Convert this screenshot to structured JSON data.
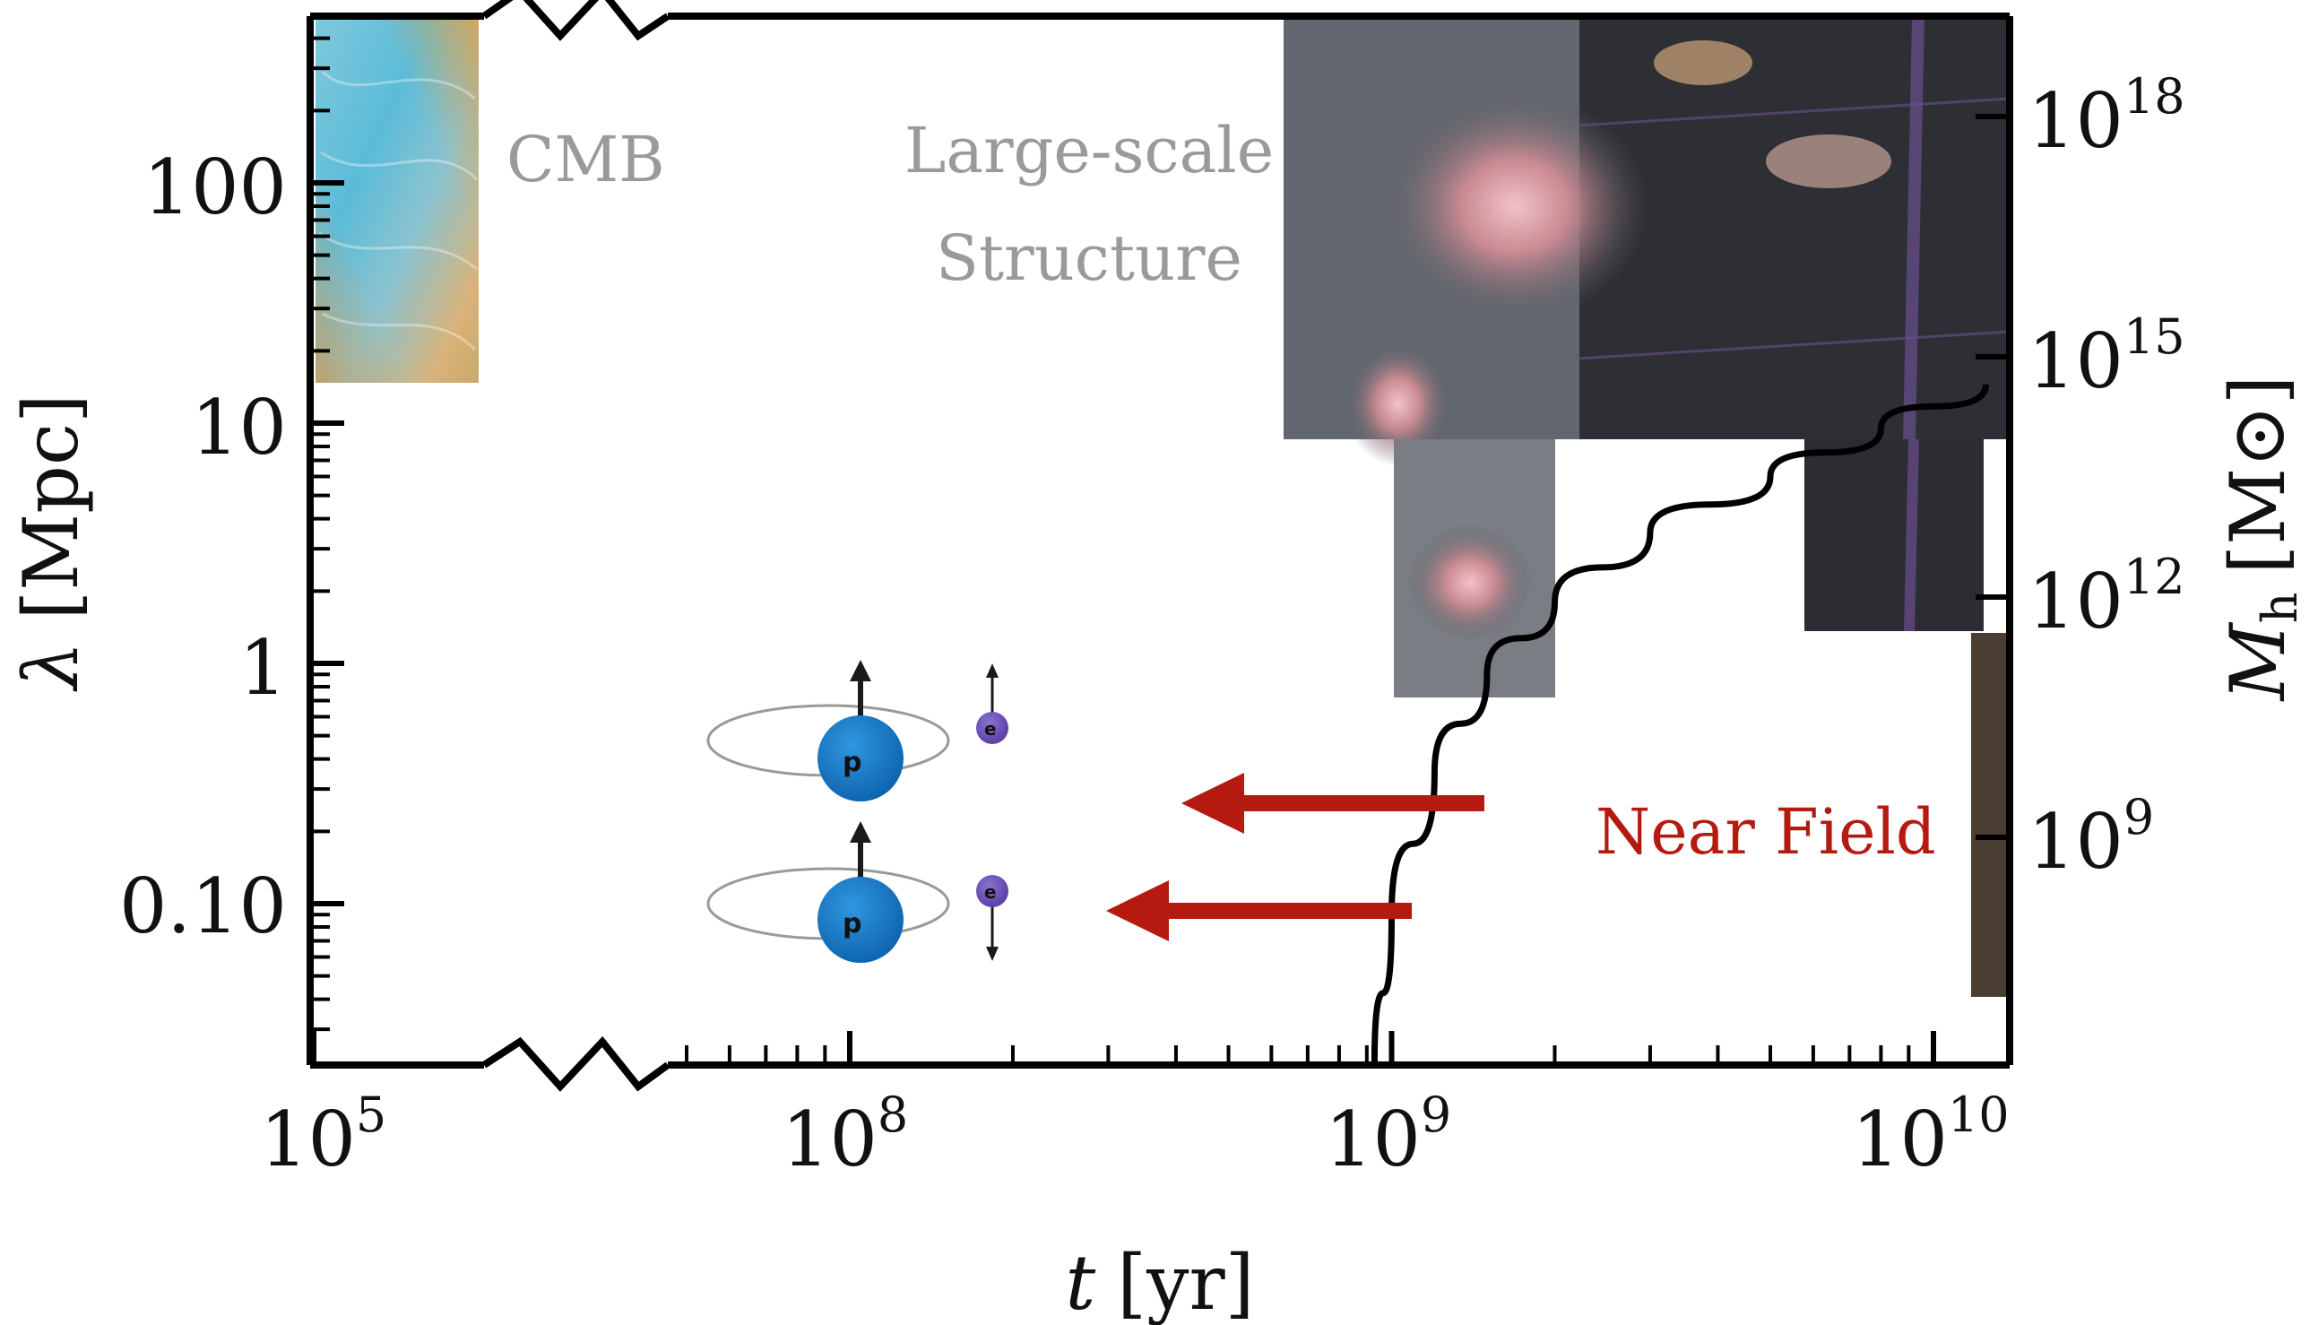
{
  "chart_data": {
    "type": "line",
    "x_axis": {
      "label_var": "t",
      "label_unit": "[yr]",
      "scale": "log (broken)",
      "ticks": [
        {
          "value": 100000,
          "base": "10",
          "exp": "5"
        },
        {
          "value": 100000000,
          "base": "10",
          "exp": "8"
        },
        {
          "value": 1000000000,
          "base": "10",
          "exp": "9"
        },
        {
          "value": 10000000000,
          "base": "10",
          "exp": "10"
        }
      ]
    },
    "y_axis_left": {
      "label_var": "λ",
      "label_unit": "[Mpc]",
      "scale": "log",
      "ticks": [
        {
          "value": 100,
          "label": "100"
        },
        {
          "value": 10,
          "label": "10"
        },
        {
          "value": 1,
          "label": "1"
        },
        {
          "value": 0.1,
          "label": "0.10"
        }
      ]
    },
    "y_axis_right": {
      "label_var": "M",
      "label_sub": "h",
      "label_unit": "[M⊙]",
      "scale": "log",
      "ticks": [
        {
          "value": 1e+18,
          "base": "10",
          "exp": "18"
        },
        {
          "value": 1000000000000000.0,
          "base": "10",
          "exp": "15"
        },
        {
          "value": 1000000000000.0,
          "base": "10",
          "exp": "12"
        },
        {
          "value": 1000000000.0,
          "base": "10",
          "exp": "9"
        }
      ]
    },
    "series": [
      {
        "color": "#000000",
        "points": [
          {
            "t": 930000000,
            "lambda": 0.02
          },
          {
            "t": 1000000000,
            "lambda": 0.09
          },
          {
            "t": 1200000000,
            "lambda": 0.35
          },
          {
            "t": 1500000000,
            "lambda": 0.9
          },
          {
            "t": 2000000000,
            "lambda": 1.8
          },
          {
            "t": 3000000000,
            "lambda": 3.5
          },
          {
            "t": 5000000000,
            "lambda": 6.0
          },
          {
            "t": 8000000000,
            "lambda": 9.5
          },
          {
            "t": 12500000000,
            "lambda": 14.5
          }
        ]
      }
    ],
    "annotations": {
      "cmb": "CMB",
      "lss_line1": "Large-scale",
      "lss_line2": "Structure",
      "near_field": "Near Field",
      "proton_label": "p",
      "electron_label": "e"
    },
    "colors": {
      "axes": "#000000",
      "near_field": "#b41a10",
      "arrow": "#b41a10",
      "annotation_gray": "#9a9a9a",
      "proton": "#1778c8",
      "electron": "#6a4fb3"
    }
  }
}
